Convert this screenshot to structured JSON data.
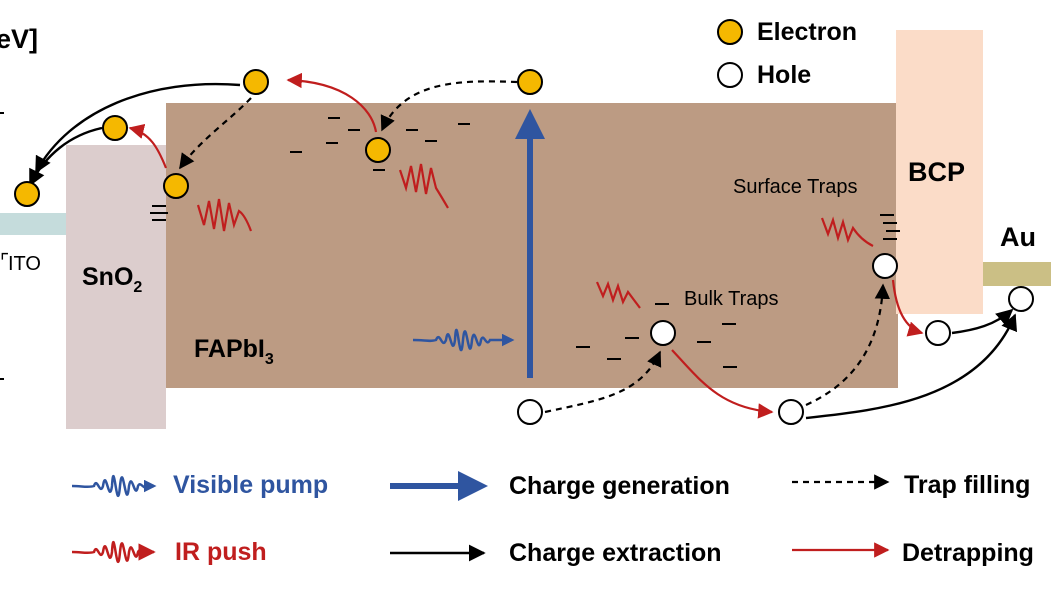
{
  "axis": {
    "unit_label": "eV]"
  },
  "legend_top": {
    "electron": "Electron",
    "hole": "Hole"
  },
  "layers": {
    "ito": "ITO",
    "sno2_main": "SnO",
    "sno2_sub": "2",
    "fapbi_main": "FAPbI",
    "fapbi_sub": "3",
    "bcp": "BCP",
    "au": "Au"
  },
  "annotations": {
    "surface_traps": "Surface Traps",
    "bulk_traps": "Bulk Traps"
  },
  "legend_bottom": {
    "visible_pump": "Visible pump",
    "ir_push": "IR push",
    "charge_generation": "Charge generation",
    "charge_extraction": "Charge extraction",
    "trap_filling": "Trap filling",
    "detrapping": "Detrapping"
  },
  "colors": {
    "perovskite": "#bc9b83",
    "sno2": "#dccdcd",
    "bcp": "#fbdcc8",
    "ito": "#c5dcdc",
    "au": "#cbbf85",
    "electron": "#f5b800",
    "blue": "#2f55a0",
    "red": "#c01e1e",
    "black": "#000000"
  }
}
